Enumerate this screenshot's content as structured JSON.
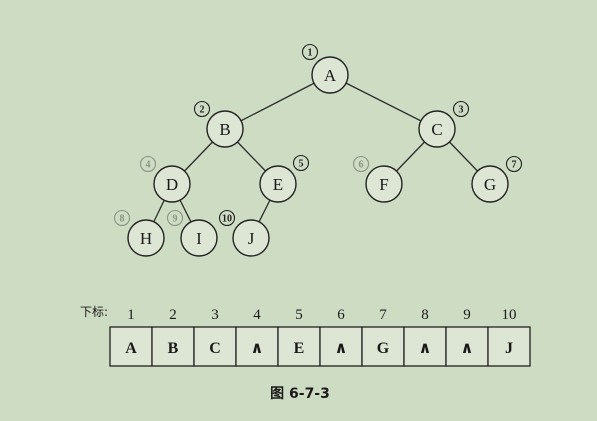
{
  "tree": {
    "nodes": [
      {
        "id": "A",
        "label": "A",
        "index_label": "1",
        "index_style": "dark"
      },
      {
        "id": "B",
        "label": "B",
        "index_label": "2",
        "index_style": "dark"
      },
      {
        "id": "C",
        "label": "C",
        "index_label": "3",
        "index_style": "dark"
      },
      {
        "id": "D",
        "label": "D",
        "index_label": "4",
        "index_style": "faint"
      },
      {
        "id": "E",
        "label": "E",
        "index_label": "5",
        "index_style": "dark"
      },
      {
        "id": "F",
        "label": "F",
        "index_label": "6",
        "index_style": "faint"
      },
      {
        "id": "G",
        "label": "G",
        "index_label": "7",
        "index_style": "dark"
      },
      {
        "id": "H",
        "label": "H",
        "index_label": "8",
        "index_style": "faint"
      },
      {
        "id": "I",
        "label": "I",
        "index_label": "9",
        "index_style": "faint"
      },
      {
        "id": "J",
        "label": "J",
        "index_label": "10",
        "index_style": "dark"
      }
    ],
    "edges": [
      [
        "A",
        "B"
      ],
      [
        "A",
        "C"
      ],
      [
        "B",
        "D"
      ],
      [
        "B",
        "E"
      ],
      [
        "C",
        "F"
      ],
      [
        "C",
        "G"
      ],
      [
        "D",
        "H"
      ],
      [
        "D",
        "I"
      ],
      [
        "E",
        "J"
      ]
    ]
  },
  "array": {
    "prefix_label": "下标:",
    "indices": [
      "1",
      "2",
      "3",
      "4",
      "5",
      "6",
      "7",
      "8",
      "9",
      "10"
    ],
    "values": [
      "A",
      "B",
      "C",
      "∧",
      "E",
      "∧",
      "G",
      "∧",
      "∧",
      "J"
    ]
  },
  "caption": "图 6-7-3"
}
